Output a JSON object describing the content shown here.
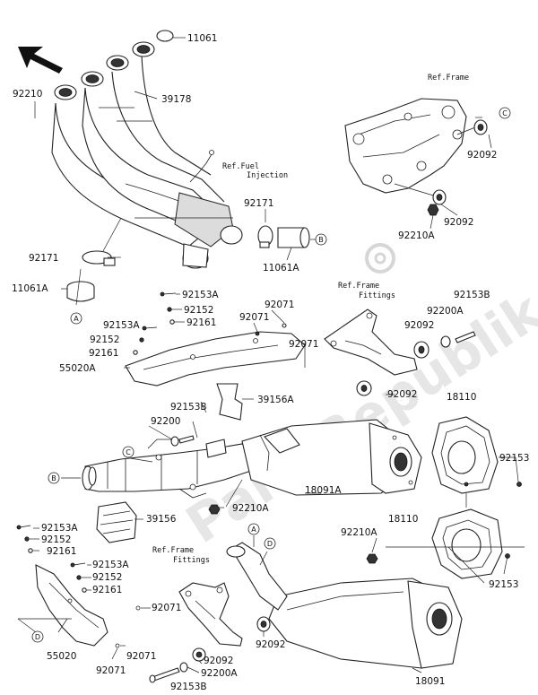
{
  "watermark": "PartsRepublik",
  "parts": [
    {
      "id": "p1",
      "label": "11061"
    },
    {
      "id": "p2",
      "label": "92210"
    },
    {
      "id": "p3",
      "label": "39178"
    },
    {
      "id": "p4",
      "label": "92092"
    },
    {
      "id": "p5",
      "label": "92092"
    },
    {
      "id": "p6",
      "label": "92210A"
    },
    {
      "id": "p7",
      "label": "92171"
    },
    {
      "id": "p8",
      "label": "92171"
    },
    {
      "id": "p9",
      "label": "11061A"
    },
    {
      "id": "p10",
      "label": "11061A"
    },
    {
      "id": "p11",
      "label": "92153A"
    },
    {
      "id": "p12",
      "label": "92152"
    },
    {
      "id": "p13",
      "label": "92161"
    },
    {
      "id": "p14",
      "label": "92071"
    },
    {
      "id": "p15",
      "label": "92071"
    },
    {
      "id": "p16",
      "label": "92153B"
    },
    {
      "id": "p17",
      "label": "92200A"
    },
    {
      "id": "p18",
      "label": "92092"
    },
    {
      "id": "p19",
      "label": "92153A"
    },
    {
      "id": "p20",
      "label": "92152"
    },
    {
      "id": "p21",
      "label": "92161"
    },
    {
      "id": "p22",
      "label": "55020A"
    },
    {
      "id": "p23",
      "label": "92071"
    },
    {
      "id": "p24",
      "label": "92092"
    },
    {
      "id": "p25",
      "label": "39156A"
    },
    {
      "id": "p26",
      "label": "92153B"
    },
    {
      "id": "p27",
      "label": "92200"
    },
    {
      "id": "p28",
      "label": "18110"
    },
    {
      "id": "p29",
      "label": "92153"
    },
    {
      "id": "p30",
      "label": "92210A"
    },
    {
      "id": "p31",
      "label": "18091A"
    },
    {
      "id": "p32",
      "label": "39156"
    },
    {
      "id": "p33",
      "label": "18110"
    },
    {
      "id": "p34",
      "label": "92210A"
    },
    {
      "id": "p35",
      "label": "92153"
    },
    {
      "id": "p36",
      "label": "92153A"
    },
    {
      "id": "p37",
      "label": "92152"
    },
    {
      "id": "p38",
      "label": "92161"
    },
    {
      "id": "p39",
      "label": "92153A"
    },
    {
      "id": "p40",
      "label": "92152"
    },
    {
      "id": "p41",
      "label": "92161"
    },
    {
      "id": "p42",
      "label": "92071"
    },
    {
      "id": "p43",
      "label": "55020"
    },
    {
      "id": "p44",
      "label": "92071"
    },
    {
      "id": "p45",
      "label": "92071"
    },
    {
      "id": "p46",
      "label": "92092"
    },
    {
      "id": "p47",
      "label": "92092"
    },
    {
      "id": "p48",
      "label": "92200A"
    },
    {
      "id": "p49",
      "label": "92153B"
    },
    {
      "id": "p50",
      "label": "18091"
    }
  ],
  "references": [
    {
      "id": "r1",
      "lines": [
        "Ref.Frame"
      ]
    },
    {
      "id": "r2",
      "lines": [
        "Ref.Fuel",
        "Injection"
      ]
    },
    {
      "id": "r3",
      "lines": [
        "Ref.Frame",
        "Fittings"
      ]
    },
    {
      "id": "r4",
      "lines": [
        "Ref.Frame",
        "Fittings"
      ]
    }
  ],
  "callouts": [
    {
      "id": "c1",
      "letter": "C"
    },
    {
      "id": "c2",
      "letter": "B"
    },
    {
      "id": "c3",
      "letter": "A"
    },
    {
      "id": "c4",
      "letter": "C"
    },
    {
      "id": "c5",
      "letter": "B"
    },
    {
      "id": "c6",
      "letter": "A"
    },
    {
      "id": "c7",
      "letter": "D"
    },
    {
      "id": "c8",
      "letter": "D"
    }
  ]
}
